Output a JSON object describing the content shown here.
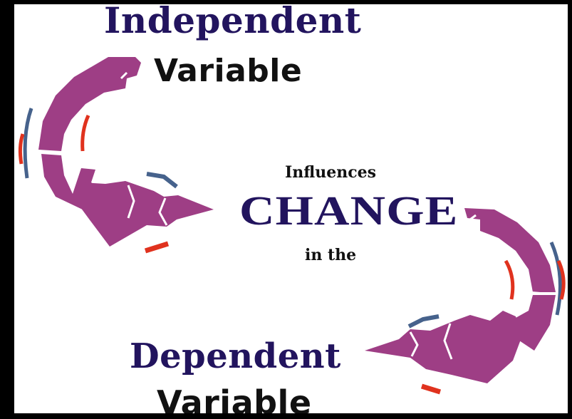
{
  "labels": {
    "independent": "Independent",
    "variable_top": "Variable",
    "influences": "Influences",
    "change": "CHANGE",
    "in_the": "in the",
    "dependent": "Dependent",
    "variable_bottom": "Variable"
  },
  "colors": {
    "arrow": "#9e3e85",
    "navy_text": "#22145e",
    "black_text": "#111111",
    "accent_red": "#e0321e",
    "accent_blue": "#46628c",
    "background": "#ffffff",
    "frame": "#000000"
  },
  "icons": [
    "curved-arrow-top",
    "curved-arrow-bottom"
  ]
}
